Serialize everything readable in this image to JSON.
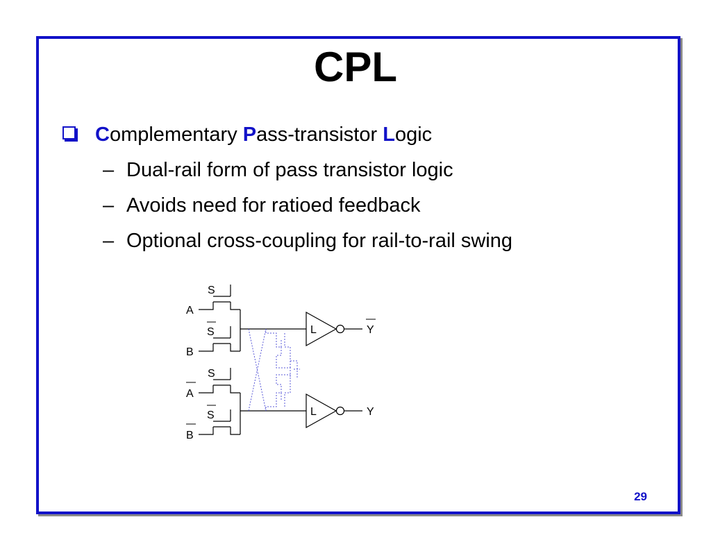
{
  "title": "CPL",
  "bullet": {
    "parts": [
      {
        "letter": "C",
        "rest": "omplementary "
      },
      {
        "letter": "P",
        "rest": "ass-transistor "
      },
      {
        "letter": "L",
        "rest": "ogic"
      }
    ]
  },
  "sub_bullets": [
    "Dual-rail form of pass transistor logic",
    "Avoids need for ratioed feedback",
    "Optional cross-coupling for rail-to-rail swing"
  ],
  "schematic": {
    "labels": {
      "s1": "S",
      "s2": "S",
      "s3": "S",
      "s4": "S",
      "a": "A",
      "b": "B",
      "a_bar": "A",
      "b_bar": "B",
      "l_top": "L",
      "l_bot": "L",
      "y_bar": "Y",
      "y": "Y"
    }
  },
  "page_number": "29",
  "colors": {
    "accent": "#1212c8",
    "cross_coupling": "#5a5ad8"
  }
}
